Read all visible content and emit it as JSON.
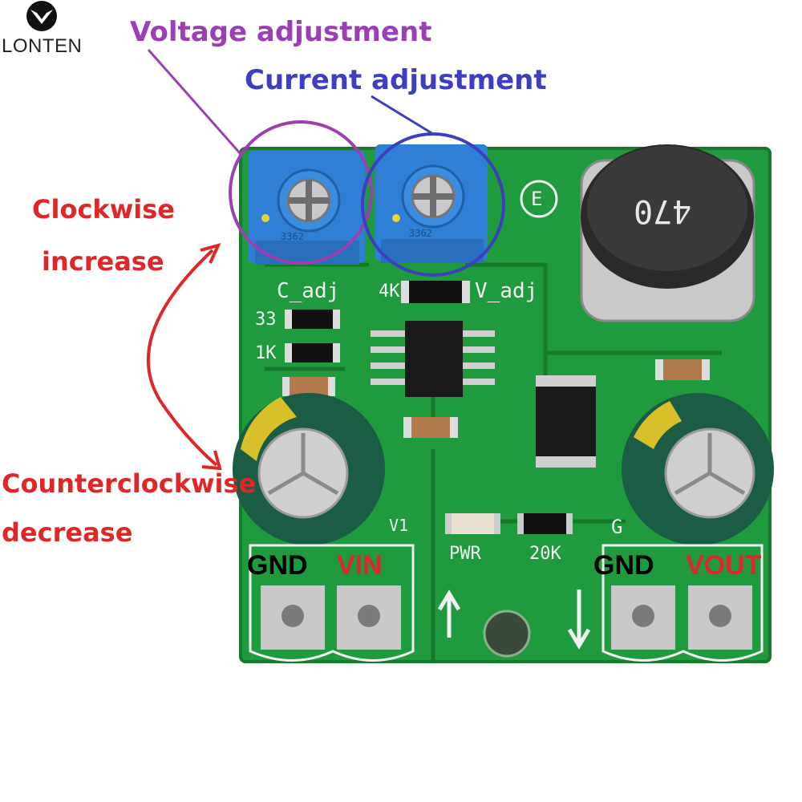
{
  "brand": {
    "name": "LONTEN"
  },
  "annotations": {
    "voltage_adjustment": "Voltage adjustment",
    "current_adjustment": "Current adjustment",
    "clockwise_line1": "Clockwise",
    "clockwise_line2": "increase",
    "counterclockwise_line1": "Counterclockwise",
    "counterclockwise_line2": "decrease"
  },
  "terminals": {
    "gnd_in": "GND",
    "vin": "VIN",
    "gnd_out": "GND",
    "vout": "VOUT"
  },
  "silkscreen": {
    "c_adj": "C_adj",
    "v_adj": "V_adj",
    "r_4k": "4K",
    "r_33": "33",
    "r_1k": "1K",
    "pwr": "PWR",
    "r_20k": "20K",
    "g": "G",
    "v1": "V1",
    "e_mark": "E",
    "inductor": "470",
    "trimmer_code": "3362"
  },
  "colors": {
    "pcb": "#1f9a3c",
    "trimmer": "#2f7fd6",
    "violet": "#9b3fb5",
    "blue": "#3e3fc0",
    "red": "#e02727"
  }
}
